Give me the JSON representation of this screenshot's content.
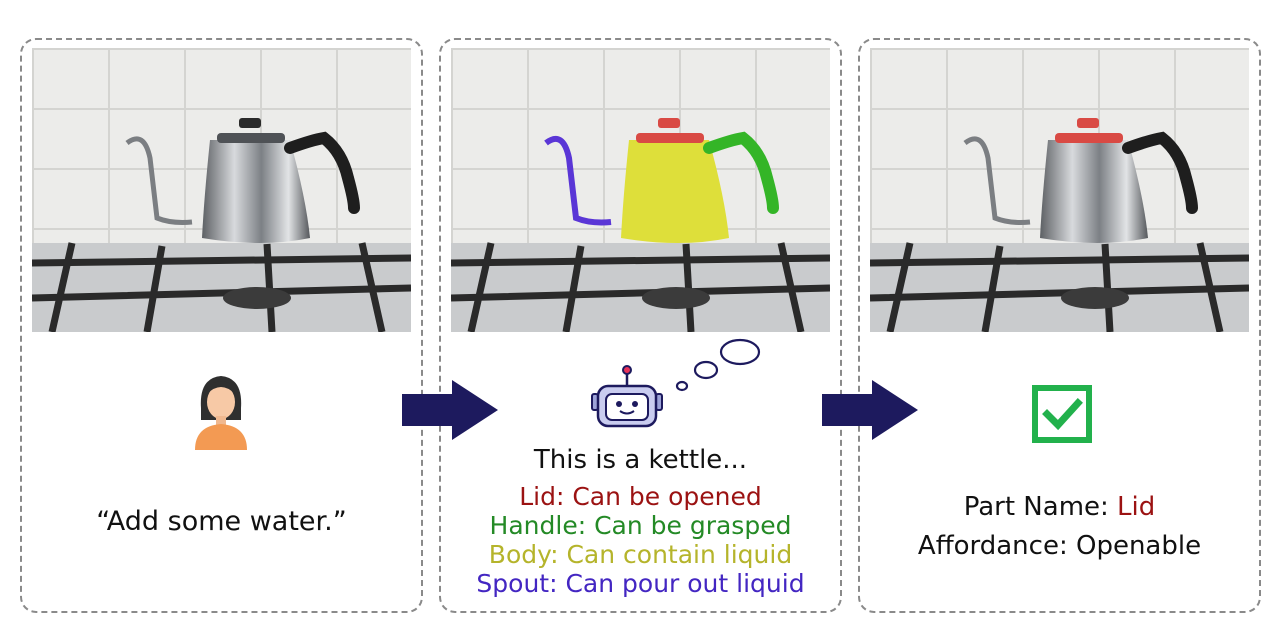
{
  "panels": {
    "left": {
      "instruction": "“Add some water.”",
      "icon": "user-avatar-icon"
    },
    "middle": {
      "thought": "This is a kettle...",
      "icon": "robot-thinking-icon",
      "affordances": [
        {
          "text": "Lid: Can be opened",
          "color": "#9b1212"
        },
        {
          "text": "Handle: Can be grasped",
          "color": "#248a26"
        },
        {
          "text": "Body: Can contain liquid",
          "color": "#b5b42b"
        },
        {
          "text": "Spout: Can pour out liquid",
          "color": "#4326c2"
        }
      ],
      "part_colors": {
        "lid": "#d94a44",
        "handle": "#34b527",
        "body": "#dedf3a",
        "spout": "#5a36d6"
      }
    },
    "right": {
      "icon": "checkmark-icon",
      "part_name_label": "Part Name: ",
      "part_name_value": "Lid",
      "affordance_label": "Affordance: ",
      "affordance_value": "Openable",
      "highlight_color": "#d94a44"
    }
  },
  "colors": {
    "arrow": "#1d1a5e",
    "check": "#22b14c"
  }
}
